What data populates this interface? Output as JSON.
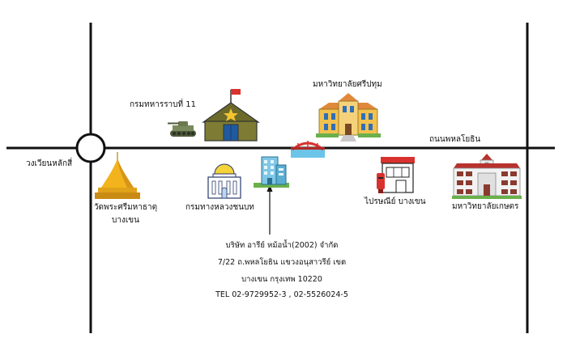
{
  "roads": {
    "roundabout": "วงเวียนหลักสี่",
    "main_road": "ถนนพหลโยธิน"
  },
  "landmarks": {
    "army": "กรมทหารราบที่ 11",
    "sripatum": "มหาวิทยาลัยศรีปทุม",
    "temple_line1": "วัดพระศรีมหาธาตุ",
    "temple_line2": "บางเขน",
    "rural_roads": "กรมทางหลวงชนบท",
    "post_office": "ไปรษณีย์ บางเขน",
    "kasetsart": "มหาวิทยาลัยเกษตร"
  },
  "company": {
    "name": "บริษัท อารีย์ หม้อน้ำ(2002) จำกัด",
    "address_line1": "7/22 ถ.พหลโยธิน แขวงอนุสาวรีย์ เขต",
    "address_line2": "บางเขน กรุงเทพ  10220",
    "phone": "TEL 02-9729952-3 , 02-5526024-5"
  },
  "icons": {
    "tank": "tank-icon",
    "barracks": "army-barracks-icon",
    "university": "university-building-icon",
    "bridge": "bridge-icon",
    "temple": "golden-pagoda-icon",
    "government": "domed-government-building-icon",
    "office": "office-tower-icon",
    "post": "post-office-icon",
    "kasetsart": "university-campus-icon"
  }
}
